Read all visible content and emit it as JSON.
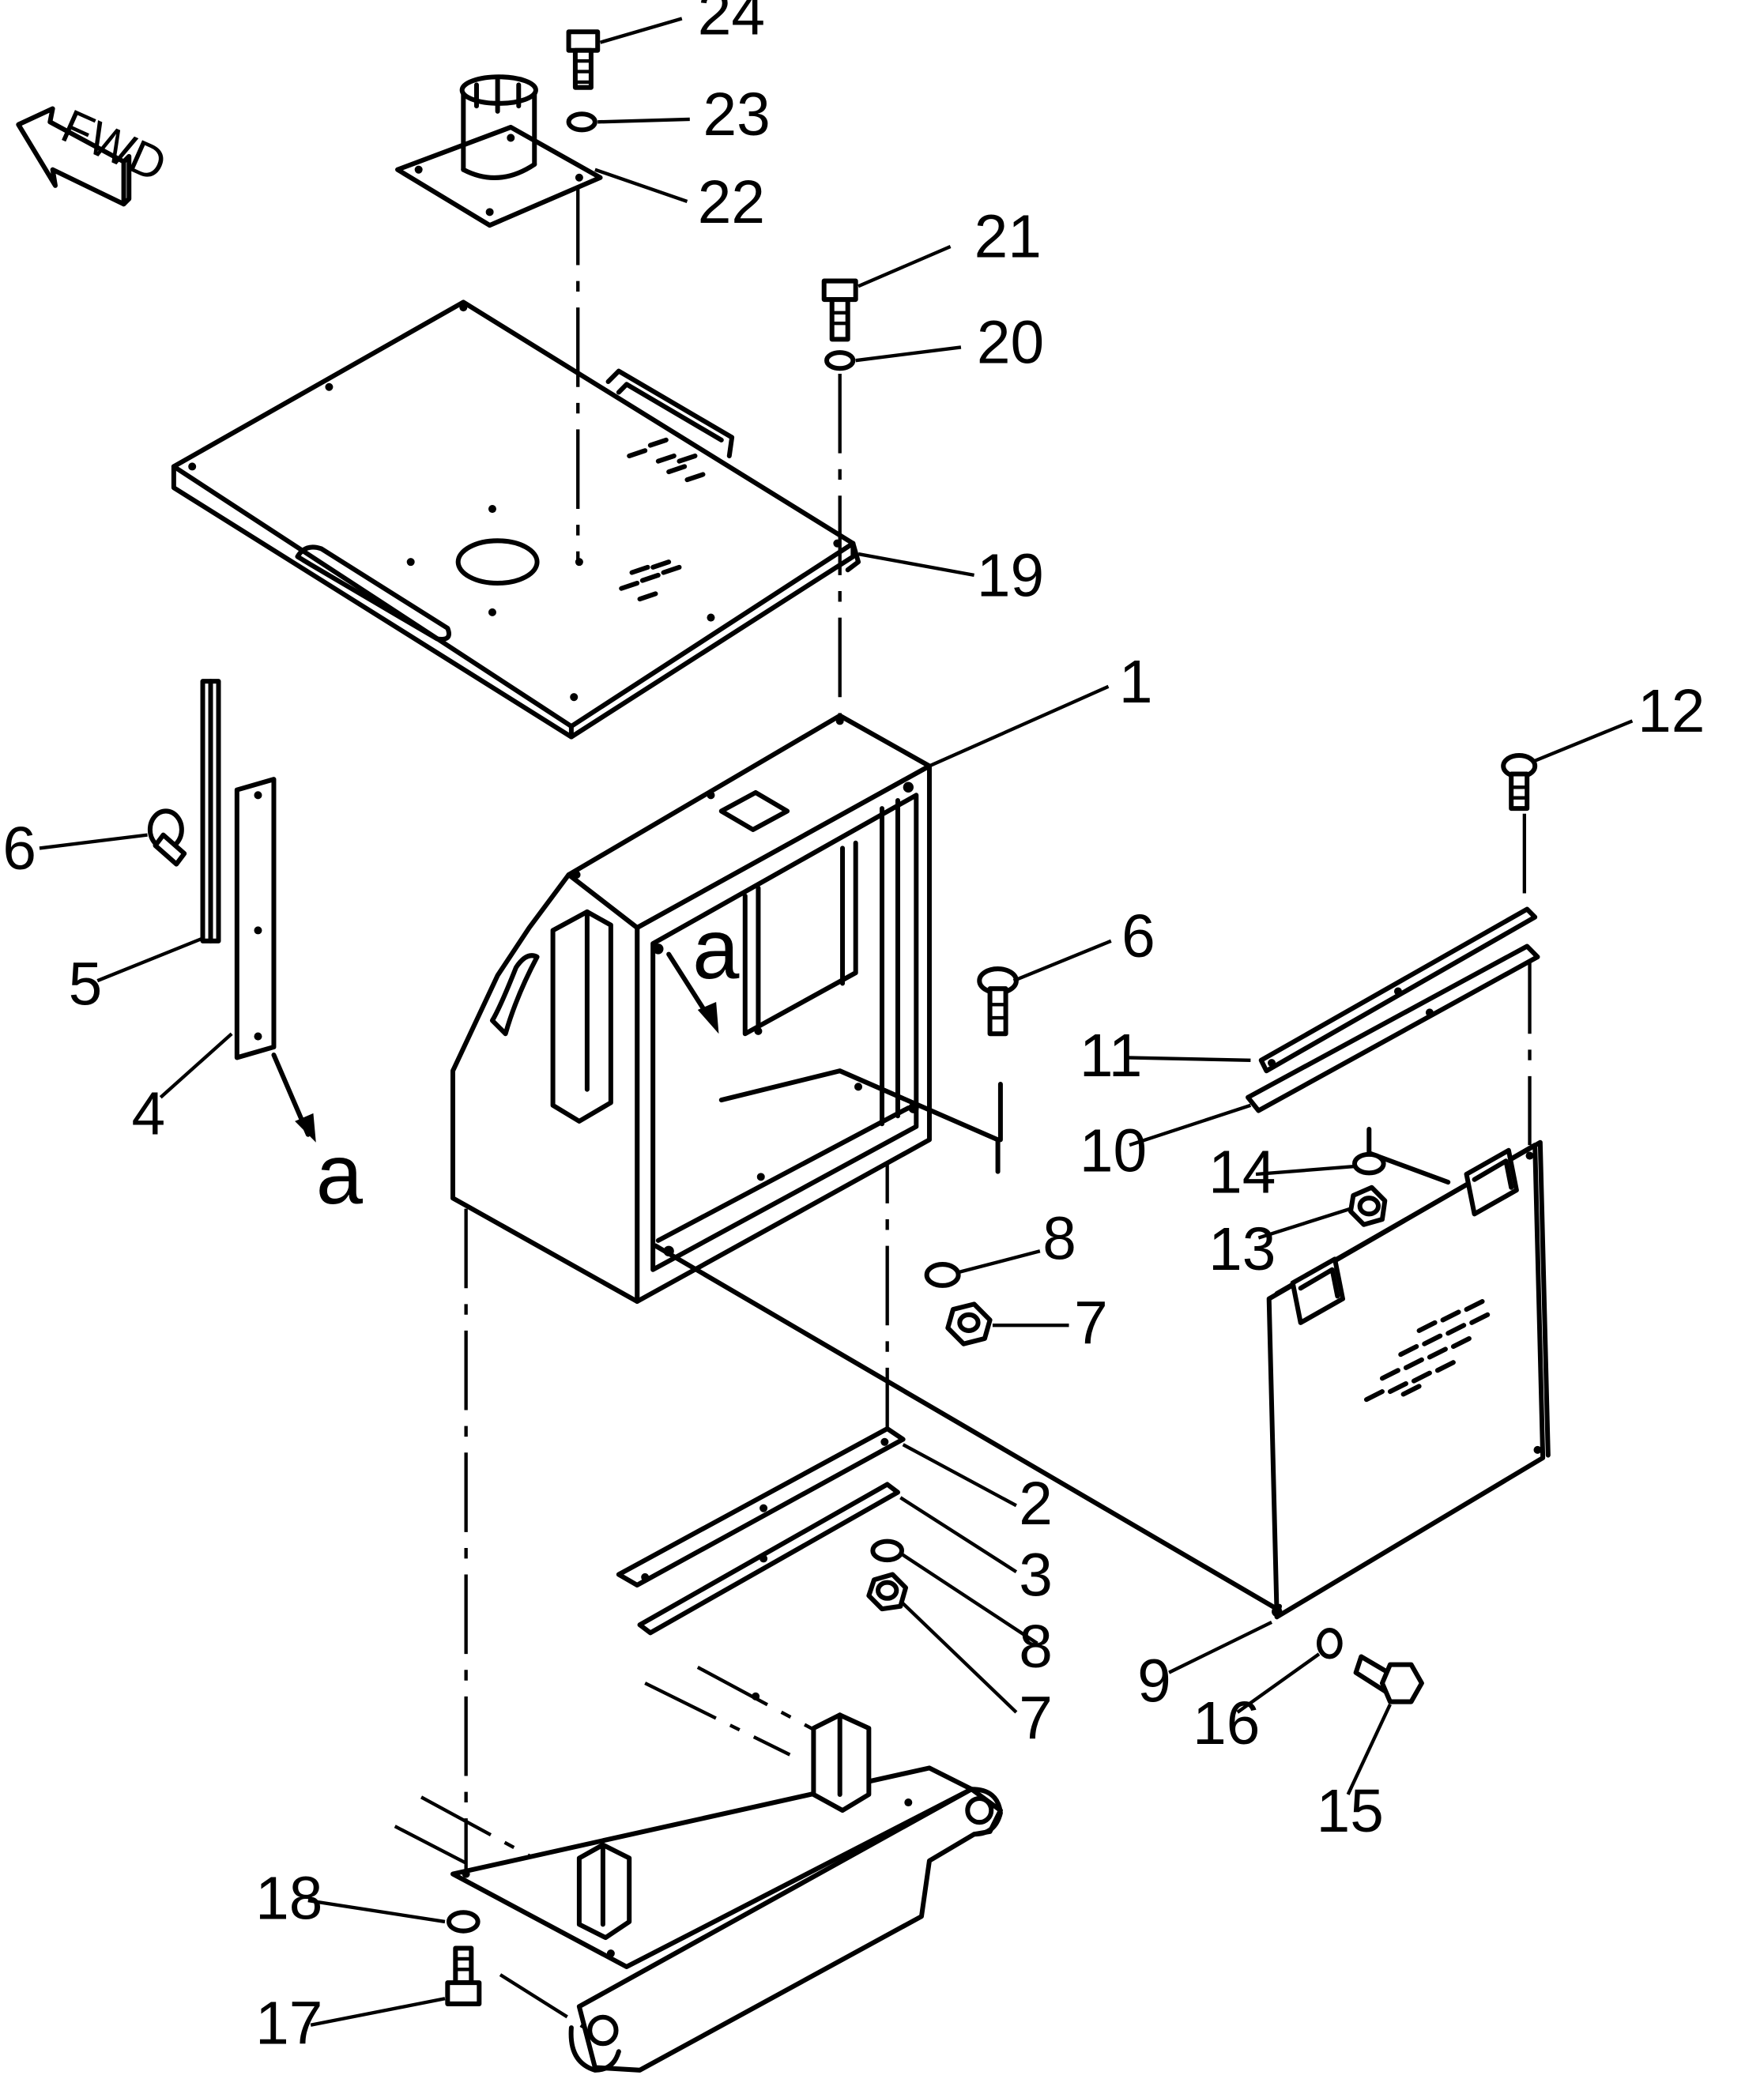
{
  "diagram": {
    "fwd_label": "FWD",
    "view_marker": "a",
    "callouts": [
      {
        "id": "c1",
        "label": "1"
      },
      {
        "id": "c2",
        "label": "2"
      },
      {
        "id": "c3a",
        "label": "3"
      },
      {
        "id": "c4",
        "label": "4"
      },
      {
        "id": "c5",
        "label": "5"
      },
      {
        "id": "c6a",
        "label": "6"
      },
      {
        "id": "c6b",
        "label": "6"
      },
      {
        "id": "c7a",
        "label": "7"
      },
      {
        "id": "c7b",
        "label": "7"
      },
      {
        "id": "c8a",
        "label": "8"
      },
      {
        "id": "c8b",
        "label": "8"
      },
      {
        "id": "c9",
        "label": "9"
      },
      {
        "id": "c10",
        "label": "10"
      },
      {
        "id": "c11",
        "label": "11"
      },
      {
        "id": "c12",
        "label": "12"
      },
      {
        "id": "c13",
        "label": "13"
      },
      {
        "id": "c14",
        "label": "14"
      },
      {
        "id": "c15",
        "label": "15"
      },
      {
        "id": "c16",
        "label": "16"
      },
      {
        "id": "c17",
        "label": "17"
      },
      {
        "id": "c18",
        "label": "18"
      },
      {
        "id": "c19",
        "label": "19"
      },
      {
        "id": "c20",
        "label": "20"
      },
      {
        "id": "c21",
        "label": "21"
      },
      {
        "id": "c22",
        "label": "22"
      },
      {
        "id": "c23",
        "label": "23"
      },
      {
        "id": "c24",
        "label": "24"
      }
    ]
  }
}
